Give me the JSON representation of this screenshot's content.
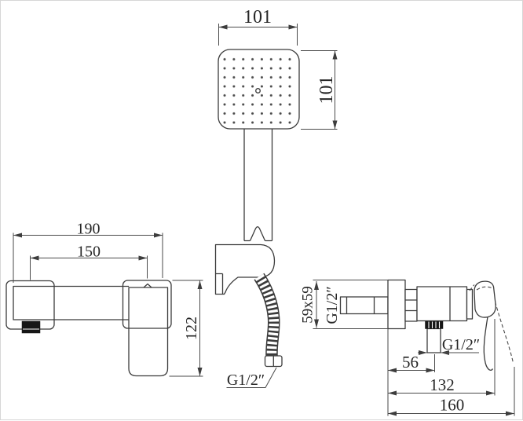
{
  "drawing": {
    "kind": "shower-mixer-dimension-drawing",
    "colors": {
      "line": "#3b3b3b",
      "dim_line": "#4a4a4a",
      "text": "#262626",
      "fill_black": "#161616"
    }
  },
  "dims": {
    "head_width": "101",
    "head_height": "101",
    "front_overall_width": "190",
    "front_centers": "150",
    "front_height": "122",
    "escutcheon_size": "59x59",
    "inlet_thread": "G1/2″",
    "outlet_thread": "G1/2″",
    "hose_thread": "G1/2″",
    "outlet_offset": "56",
    "depth_132": "132",
    "depth_160": "160"
  }
}
